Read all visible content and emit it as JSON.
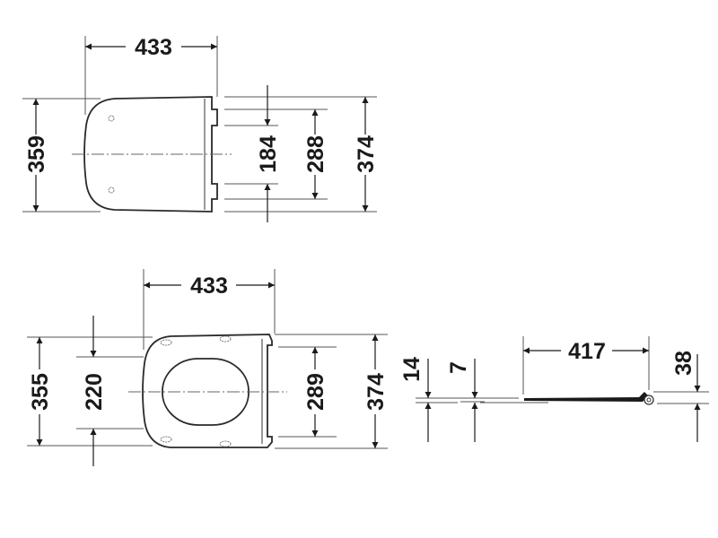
{
  "top_view": {
    "width_label": "433",
    "depth_left_label": "359",
    "hinge_inner_label": "184",
    "hinge_outer_label": "288",
    "depth_right_label": "374"
  },
  "bottom_view": {
    "width_label": "433",
    "depth_left_label": "355",
    "opening_label": "220",
    "inner_right_label": "289",
    "depth_right_label": "374"
  },
  "side_view": {
    "thickness_lid_label": "14",
    "thickness_seat_label": "7",
    "length_label": "417",
    "hinge_height_label": "38"
  },
  "colors": {
    "line": "#1a1a1a",
    "background": "#ffffff"
  }
}
